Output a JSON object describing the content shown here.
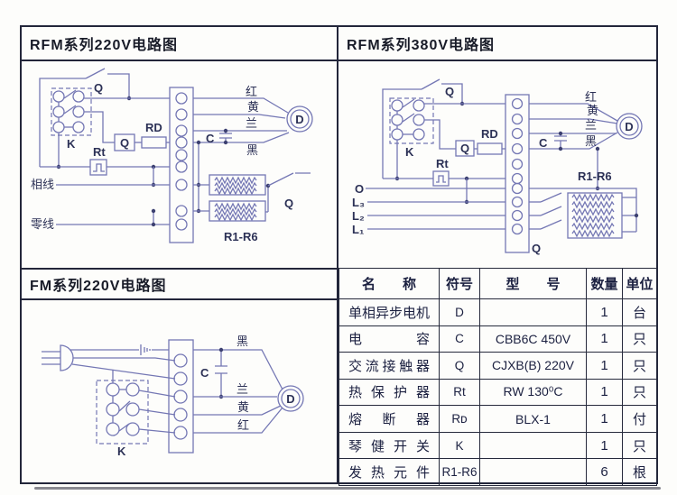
{
  "page": {
    "background": "#fdfdfb",
    "frame_color": "#23263a",
    "wire_color": "#7477b4",
    "label_color": "#2c3156"
  },
  "panels": {
    "rfm220": {
      "title": "RFM系列220V电路图",
      "labels": {
        "q_top": "Q",
        "k": "K",
        "q_mid": "Q",
        "rd": "RD",
        "rt": "Rt",
        "c": "C",
        "motor": "D",
        "red": "红",
        "yellow": "黄",
        "blue": "兰",
        "black": "黑",
        "phase": "相线",
        "neutral": "零线",
        "heaters": "R1-R6",
        "q_right": "Q"
      }
    },
    "rfm380": {
      "title": "RFM系列380V电路图",
      "labels": {
        "q_top": "Q",
        "k": "K",
        "q_mid": "Q",
        "rd": "RD",
        "rt": "Rt",
        "c": "C",
        "motor": "D",
        "red": "红",
        "yellow": "黄",
        "blue": "兰",
        "black": "黑",
        "o": "O",
        "l3": "L₃",
        "l2": "L₂",
        "l1": "L₁",
        "heaters": "R1-R6",
        "q_bottom": "Q"
      }
    },
    "fm220": {
      "title": "FM系列220V电路图",
      "labels": {
        "c": "C",
        "k": "K",
        "motor": "D",
        "black": "黑",
        "blue": "兰",
        "yellow": "黄",
        "red": "红"
      }
    }
  },
  "table": {
    "headers": [
      "名　　称",
      "符号",
      "型　　号",
      "数量",
      "单位"
    ],
    "rows": [
      {
        "name": "单相异步电机",
        "symbol": "D",
        "model": "",
        "qty": "1",
        "unit": "台"
      },
      {
        "name": "电容",
        "symbol": "C",
        "model": "CBB6C 450V",
        "qty": "1",
        "unit": "只"
      },
      {
        "name": "交流接触器",
        "symbol": "Q",
        "model": "CJXB(B) 220V",
        "qty": "1",
        "unit": "只"
      },
      {
        "name": "热保护器",
        "symbol": "Rt",
        "model": "RW 130⁰C",
        "qty": "1",
        "unit": "只"
      },
      {
        "name": "熔断器",
        "symbol": "Rᴅ",
        "model": "BLX-1",
        "qty": "1",
        "unit": "付"
      },
      {
        "name": "琴健开关",
        "symbol": "K",
        "model": "",
        "qty": "1",
        "unit": "只"
      },
      {
        "name": "发热元件",
        "symbol": "R1-R6",
        "model": "",
        "qty": "6",
        "unit": "根"
      }
    ]
  }
}
